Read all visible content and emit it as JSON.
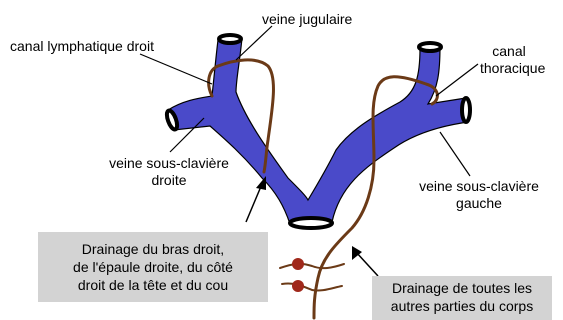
{
  "labels": {
    "jugular": "veine jugulaire",
    "right_lymph_duct": "canal lymphatique droit",
    "thoracic_duct_line1": "canal",
    "thoracic_duct_line2": "thoracique",
    "right_subclavian_line1": "veine sous-clavière",
    "right_subclavian_line2": "droite",
    "left_subclavian_line1": "veine sous-clavière",
    "left_subclavian_line2": "gauche"
  },
  "boxes": {
    "right_drainage": {
      "lines": [
        "Drainage du bras droit,",
        "de l'épaule droite, du côté",
        "droit de la tête et du cou"
      ]
    },
    "left_drainage": {
      "lines": [
        "Drainage de toutes les",
        "autres parties du corps"
      ]
    }
  },
  "colors": {
    "vein": "#4a4ac9",
    "vein_outline": "#000000",
    "lymph_vessel": "#6b3a17",
    "lymph_node": "#a0281a",
    "box_background": "#d3d3d3",
    "text": "#000000"
  }
}
